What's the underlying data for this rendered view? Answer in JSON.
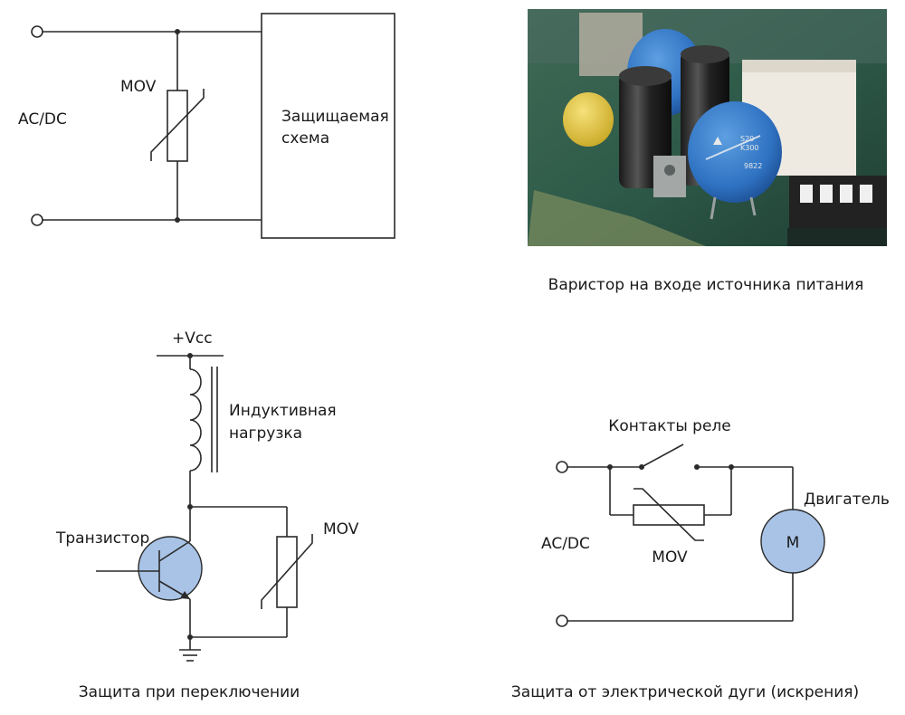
{
  "circuit1": {
    "source_label": "AC/DC",
    "varistor_label": "MOV",
    "load_label_line1": "Защищаемая",
    "load_label_line2": "схема"
  },
  "photo": {
    "caption": "Варистор на входе источника питания",
    "varistor_marking_lines": [
      "S20",
      "K300",
      "9822"
    ]
  },
  "circuit2": {
    "supply_label": "+Vcc",
    "inductor_label_line1": "Индуктивная",
    "inductor_label_line2": "нагрузка",
    "transistor_label": "Транзистор",
    "varistor_label": "MOV",
    "caption": "Защита при переключении"
  },
  "circuit3": {
    "contacts_label": "Контакты реле",
    "source_label": "AC/DC",
    "varistor_label": "MOV",
    "motor_label": "Двигатель",
    "motor_symbol": "M",
    "caption": "Защита от электрической дуги (искрения)"
  },
  "colors": {
    "symbol_fill": "#a8c3e6",
    "line": "#2a2a2a"
  }
}
